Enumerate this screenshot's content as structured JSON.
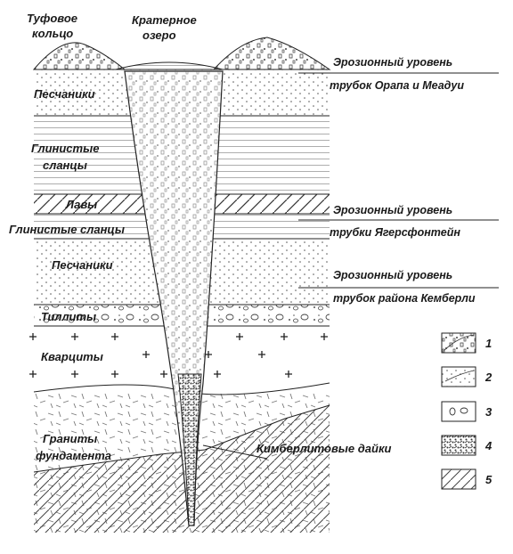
{
  "labels": {
    "tuff_ring_line1": "Туфовое",
    "tuff_ring_line2": "кольцо",
    "crater_lake_line1": "Кратерное",
    "crater_lake_line2": "озеро",
    "sandstone_top": "Песчаники",
    "shale_line1": "Глинистые",
    "shale_line2": "сланцы",
    "lavas": "Лавы",
    "shale_middle": "Глинистые сланцы",
    "sandstone_middle": "Песчаники",
    "tillites": "Тиллиты",
    "quartzites": "Кварциты",
    "granites_line1": "Граниты",
    "granites_line2": "фундамента",
    "kimberlite_dikes": "Кимберлитовые дайки"
  },
  "erosion_levels": [
    {
      "line1": "Эрозионный уровень",
      "line2": "трубок  Орапа и Меадуи"
    },
    {
      "line1": "Эрозионный уровень",
      "line2": "трубки  Ягерсфонтейн"
    },
    {
      "line1": "Эрозионный уровень",
      "line2": "трубок района Кемберли"
    }
  ],
  "legend": [
    {
      "number": "1"
    },
    {
      "number": "2"
    },
    {
      "number": "3"
    },
    {
      "number": "4"
    },
    {
      "number": "5"
    }
  ]
}
